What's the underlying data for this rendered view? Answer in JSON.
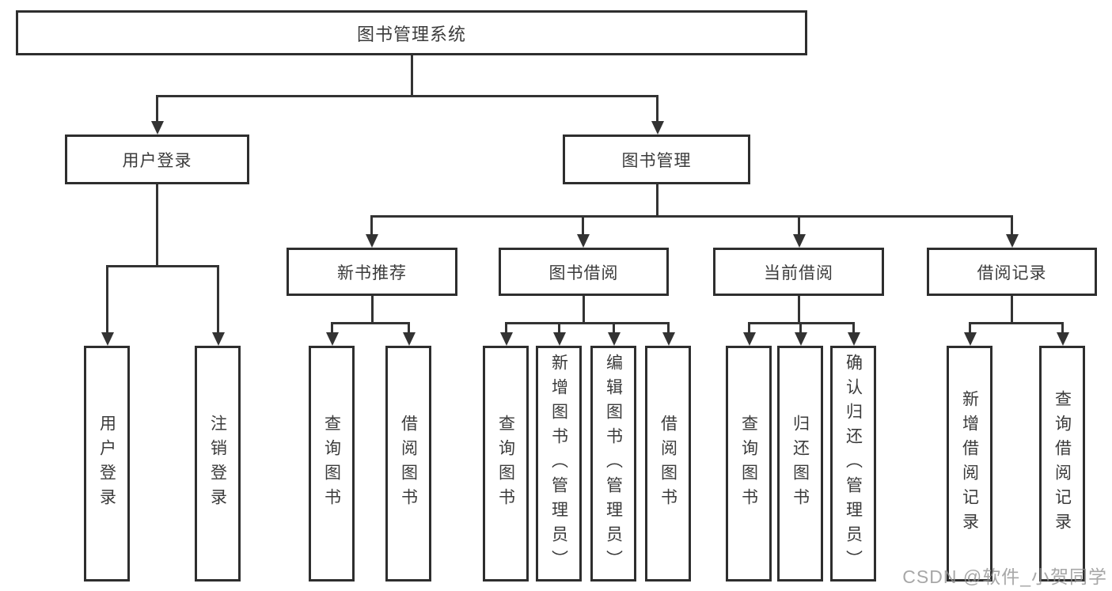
{
  "tree": {
    "label": "图书管理系统",
    "children": [
      {
        "label": "用户登录",
        "children": [
          {
            "label": "用户登录"
          },
          {
            "label": "注销登录"
          }
        ]
      },
      {
        "label": "图书管理",
        "children": [
          {
            "label": "新书推荐",
            "children": [
              {
                "label": "查询图书"
              },
              {
                "label": "借阅图书"
              }
            ]
          },
          {
            "label": "图书借阅",
            "children": [
              {
                "label": "查询图书"
              },
              {
                "label": "新增图书（管理员）"
              },
              {
                "label": "编辑图书（管理员）"
              },
              {
                "label": "借阅图书"
              }
            ]
          },
          {
            "label": "当前借阅",
            "children": [
              {
                "label": "查询图书"
              },
              {
                "label": "归还图书"
              },
              {
                "label": "确认归还（管理员）"
              }
            ]
          },
          {
            "label": "借阅记录",
            "children": [
              {
                "label": "新增借阅记录"
              },
              {
                "label": "查询借阅记录"
              }
            ]
          }
        ]
      }
    ]
  },
  "watermark": {
    "text": "CSDN @软件_小贺同学"
  },
  "colors": {
    "line": "#333333",
    "box_border": "#2e2e2e",
    "text": "#3b3b3b",
    "watermark": "#919191",
    "background": "#ffffff"
  }
}
